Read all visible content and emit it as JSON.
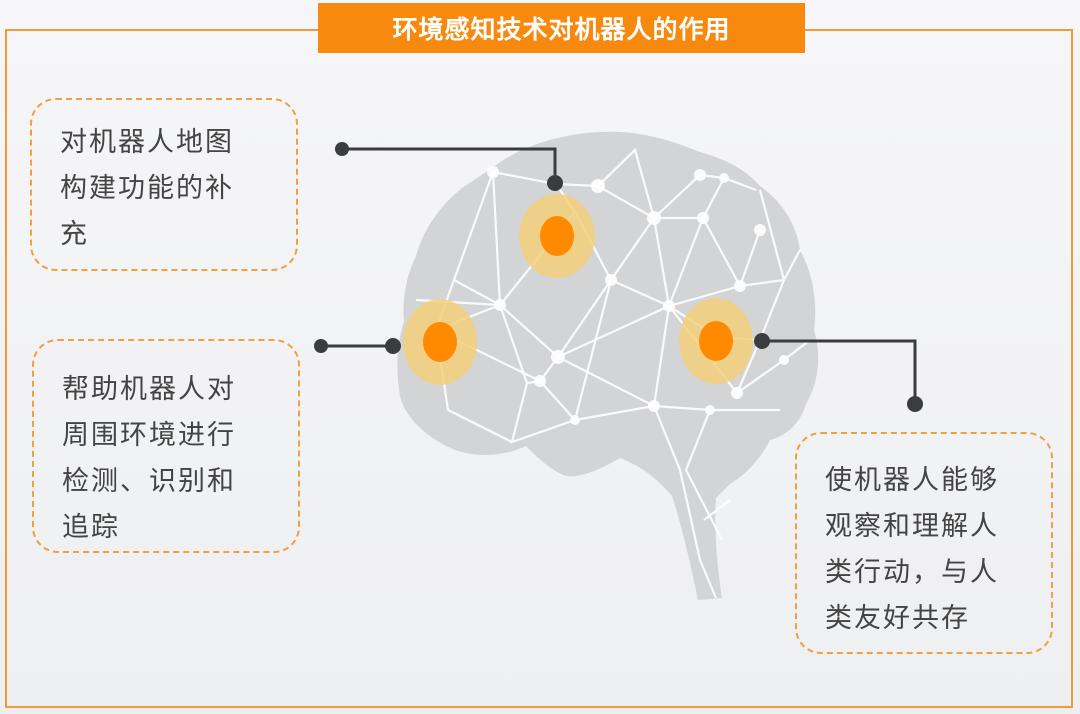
{
  "title": "环境感知技术对机器人的作用",
  "colors": {
    "accent": "#f7890f",
    "frame": "#f09a3a",
    "hotspot_core": "#ff8a00",
    "hotspot_halo": "#f3cf7a",
    "brain_fill": "#d3d4d6",
    "connector": "#3b3c3e",
    "text": "#444444"
  },
  "callouts": [
    {
      "id": "map-building",
      "lines": [
        "对机器人地图",
        "构建功能的补",
        "充"
      ]
    },
    {
      "id": "detection-tracking",
      "lines": [
        "帮助机器人对",
        "周围环境进行",
        "检测、识别和",
        "追踪"
      ]
    },
    {
      "id": "human-coexistence",
      "lines": [
        "使机器人能够",
        "观察和理解人",
        "类行动，与人",
        "类友好共存"
      ]
    }
  ],
  "icons": {
    "brain": "brain-network-icon"
  }
}
